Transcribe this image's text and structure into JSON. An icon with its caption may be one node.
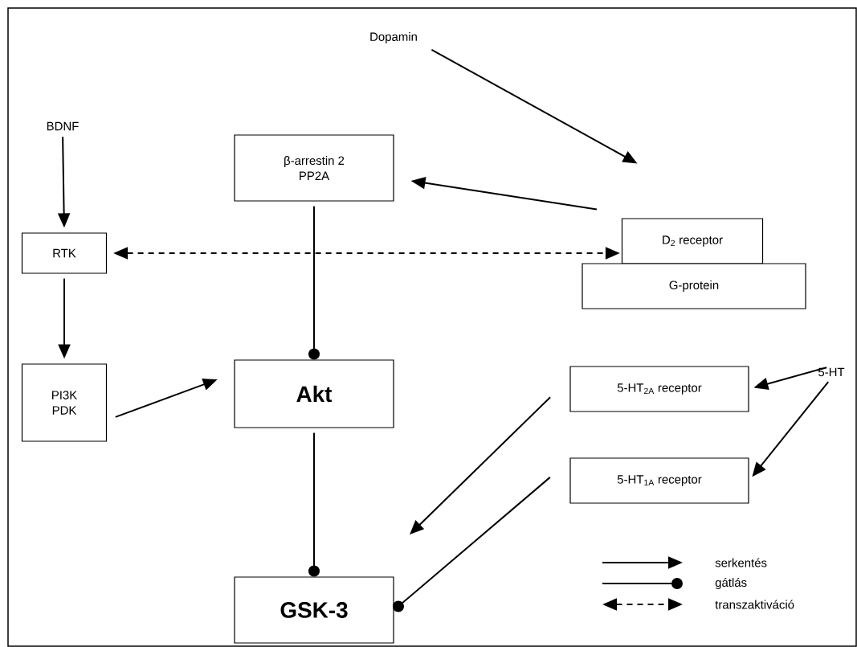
{
  "diagram": {
    "nodes": [
      {
        "text": [
          "Dopamin"
        ]
      },
      {
        "text": [
          "BDNF"
        ]
      },
      {
        "text": [
          "β-arrestin 2",
          "PP2A"
        ]
      },
      {
        "text": [
          "RTK"
        ]
      },
      {
        "text": [
          "D$_{2}$ receptor"
        ]
      },
      {
        "text": [
          "G-protein"
        ]
      },
      {
        "text": [
          "Akt"
        ]
      },
      {
        "text": [
          "5-HT$_{2A}$ receptor"
        ]
      },
      {
        "text": [
          "PI3K",
          "PDK"
        ]
      },
      {
        "text": [
          "5-HT"
        ]
      },
      {
        "text": [
          "5-HT$_{1A}$ receptor"
        ]
      },
      {
        "text": [
          "GSK-3"
        ]
      }
    ],
    "edges": [
      {
        "from": 0,
        "to": 4,
        "arrow": "to"
      },
      {
        "from": 1,
        "to": 3,
        "arrow": "to"
      },
      {
        "from": 4,
        "to": 2,
        "arrow": "to"
      },
      {
        "from": 3,
        "to": 4,
        "arrow": "both",
        "style": "dashed"
      },
      {
        "from": 2,
        "to": 6,
        "arrow": "other"
      },
      {
        "from": 3,
        "to": 8,
        "arrow": "to"
      },
      {
        "from": 8,
        "to": 6,
        "arrow": "to"
      },
      {
        "from": 6,
        "to": 11,
        "arrow": "other"
      },
      {
        "from": 7,
        "to": 11,
        "arrow": "to"
      },
      {
        "from": 9,
        "to": 7,
        "arrow": "to"
      },
      {
        "from": 9,
        "to": 10,
        "arrow": "to"
      },
      {
        "from": 10,
        "to": 11,
        "arrow": "other"
      }
    ],
    "legend": [
      {
        "text": "serkentés"
      },
      {
        "text": "gátlás"
      },
      {
        "text": "transzaktiváció"
      }
    ]
  }
}
